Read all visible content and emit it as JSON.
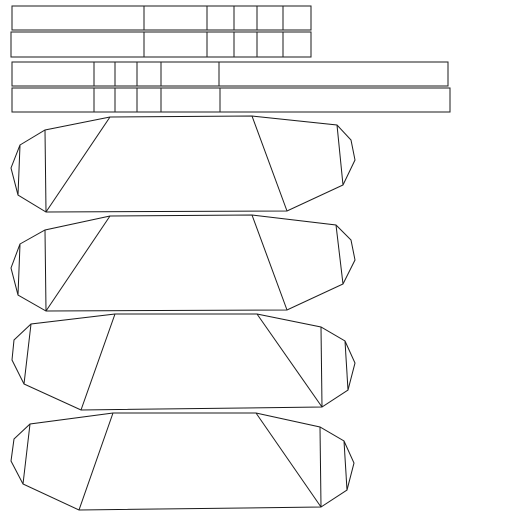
{
  "diagram": {
    "kind": "wireframe line drawing",
    "text": "",
    "colors": {
      "stroke": "#1a1a1a",
      "background": "#ffffff"
    },
    "grid_tables": [
      {
        "id": "grid-1",
        "rows": 2,
        "cells_per_row": 6
      },
      {
        "id": "grid-2",
        "rows": 2,
        "cells_per_row": 6
      }
    ],
    "panels": [
      {
        "id": "panel-1",
        "segments": 5
      },
      {
        "id": "panel-2",
        "segments": 5
      },
      {
        "id": "panel-3",
        "segments": 5
      },
      {
        "id": "panel-4",
        "segments": 5
      }
    ]
  }
}
